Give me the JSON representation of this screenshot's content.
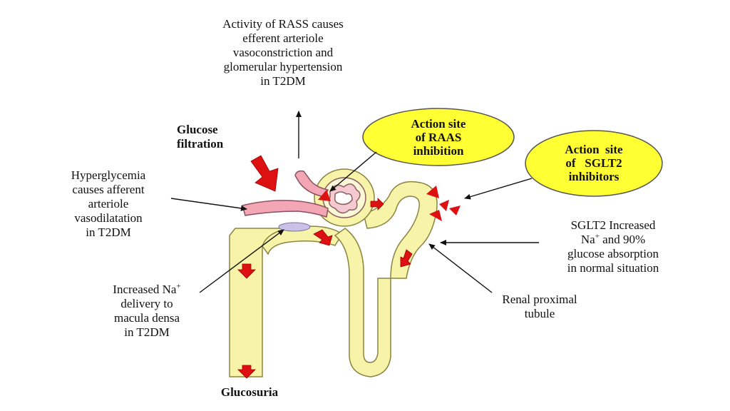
{
  "labels": {
    "rass_activity": [
      "Activity of RASS causes",
      "efferent arteriole",
      "vasoconstriction and",
      "glomerular hypertension",
      "in T2DM"
    ],
    "glucose_filtration": [
      "Glucose",
      "filtration"
    ],
    "hyperglycemia": [
      "Hyperglycemia",
      "causes afferent",
      "arteriole",
      "vasodilatation",
      "in T2DM"
    ],
    "na_delivery": {
      "line1_pre": "Increased Na",
      "line1_sup": "+",
      "rest": [
        "delivery to",
        "macula densa",
        "in T2DM"
      ]
    },
    "glucosuria": "Glucosuria",
    "sglt2_absorption": {
      "line1": "SGLT2 Increased",
      "line2_pre": "Na",
      "line2_sup": "+",
      "line2_post": " and 90%",
      "rest": [
        "glucose absorption",
        "in normal situation"
      ]
    },
    "proximal_tubule": [
      "Renal proximal",
      "tubule"
    ]
  },
  "callouts": {
    "raas_site": [
      "Action site",
      "of RAAS",
      "inhibition"
    ],
    "sglt2_site": [
      "Action  site",
      "of   SGLT2",
      "inhibitors"
    ]
  },
  "colors": {
    "tubule_fill": "#f7f3a8",
    "tubule_stroke": "#8a8440",
    "callout_fill": "#ffff33",
    "arrow_red": "#dd1111",
    "vessel_pink": "#f3a6b4"
  }
}
